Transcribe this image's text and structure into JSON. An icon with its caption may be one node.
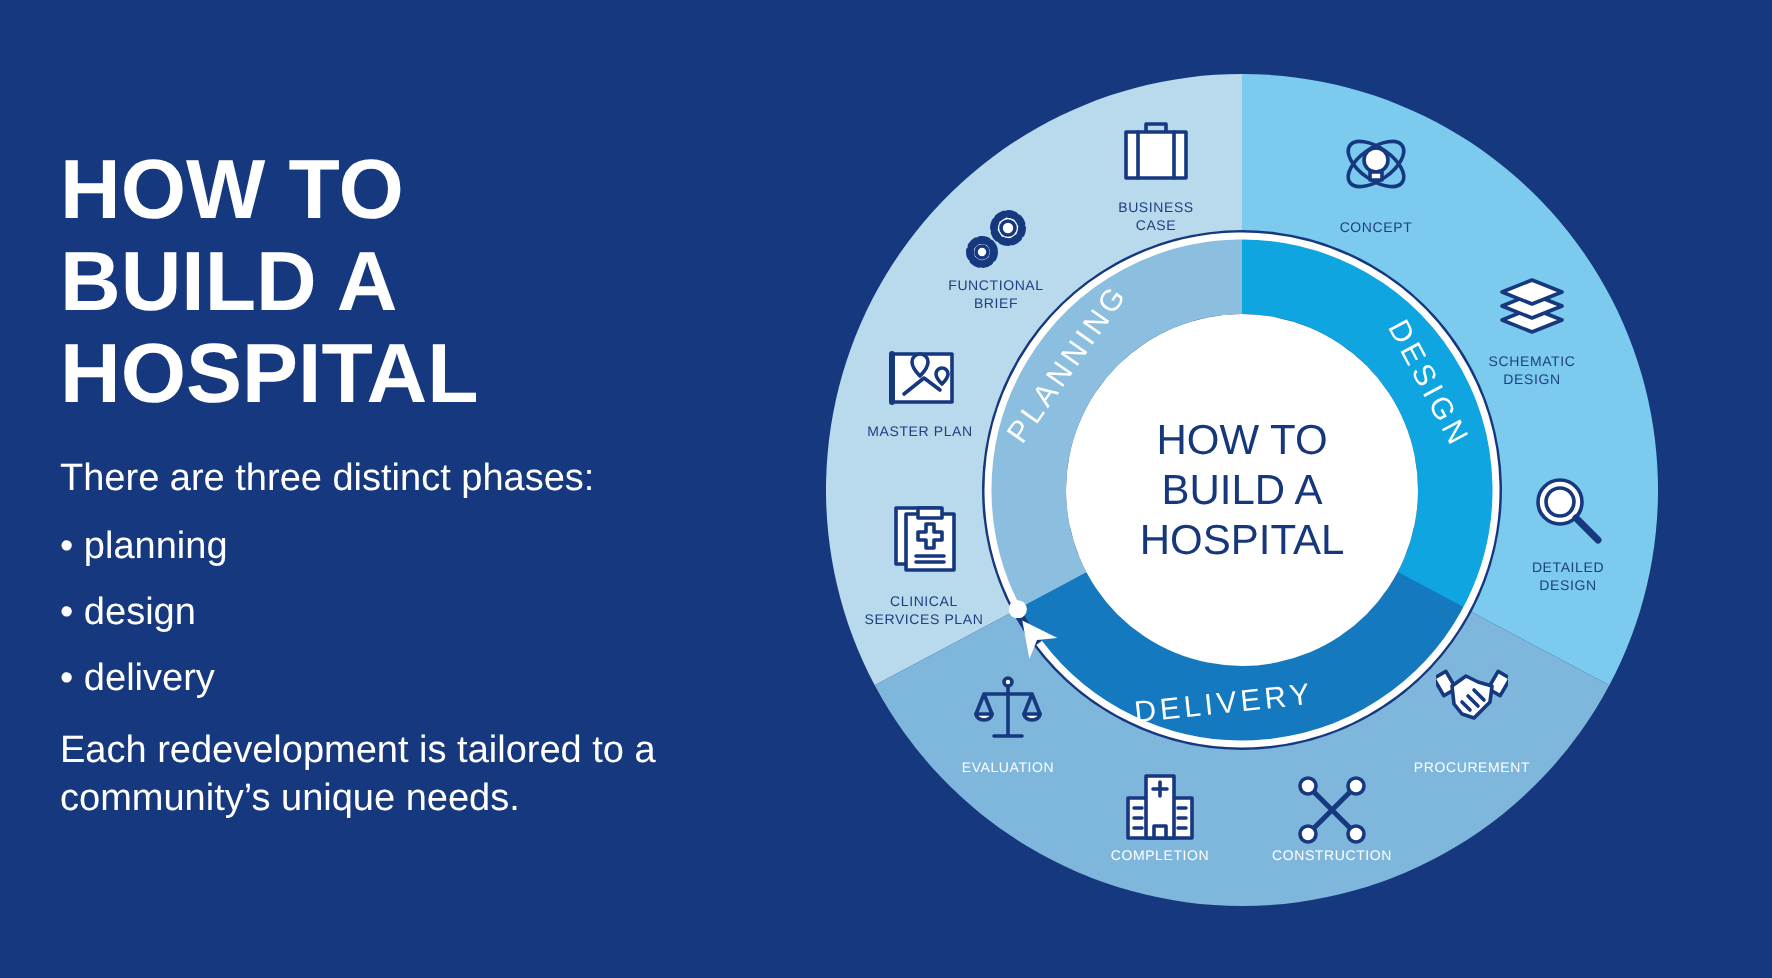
{
  "diagram": {
    "title": "HOW TO BUILD A HOSPITAL",
    "nodes": [
      {
        "text": [
          "HOW TO BUILD A HOSPITAL"
        ]
      },
      {
        "text": [
          "PLANNING"
        ]
      },
      {
        "text": [
          "DESIGN"
        ]
      },
      {
        "text": [
          "DELIVERY"
        ]
      }
    ],
    "edges": [
      {
        "from": 3,
        "to": 3,
        "arrow": "to"
      }
    ],
    "labels": [
      "There are three distinct phases:",
      "• planning",
      "• design",
      "• delivery",
      "Each redevelopment is tailored to a community’s unique needs.",
      "BUSINESS CASE",
      "CONCEPT",
      "SCHEMATIC DESIGN",
      "DETAILED DESIGN",
      "PROCUREMENT",
      "CONSTRUCTION",
      "COMPLETION",
      "EVALUATION",
      "CLINICAL SERVICES PLAN",
      "MASTER PLAN",
      "FUNCTIONAL BRIEF"
    ]
  }
}
